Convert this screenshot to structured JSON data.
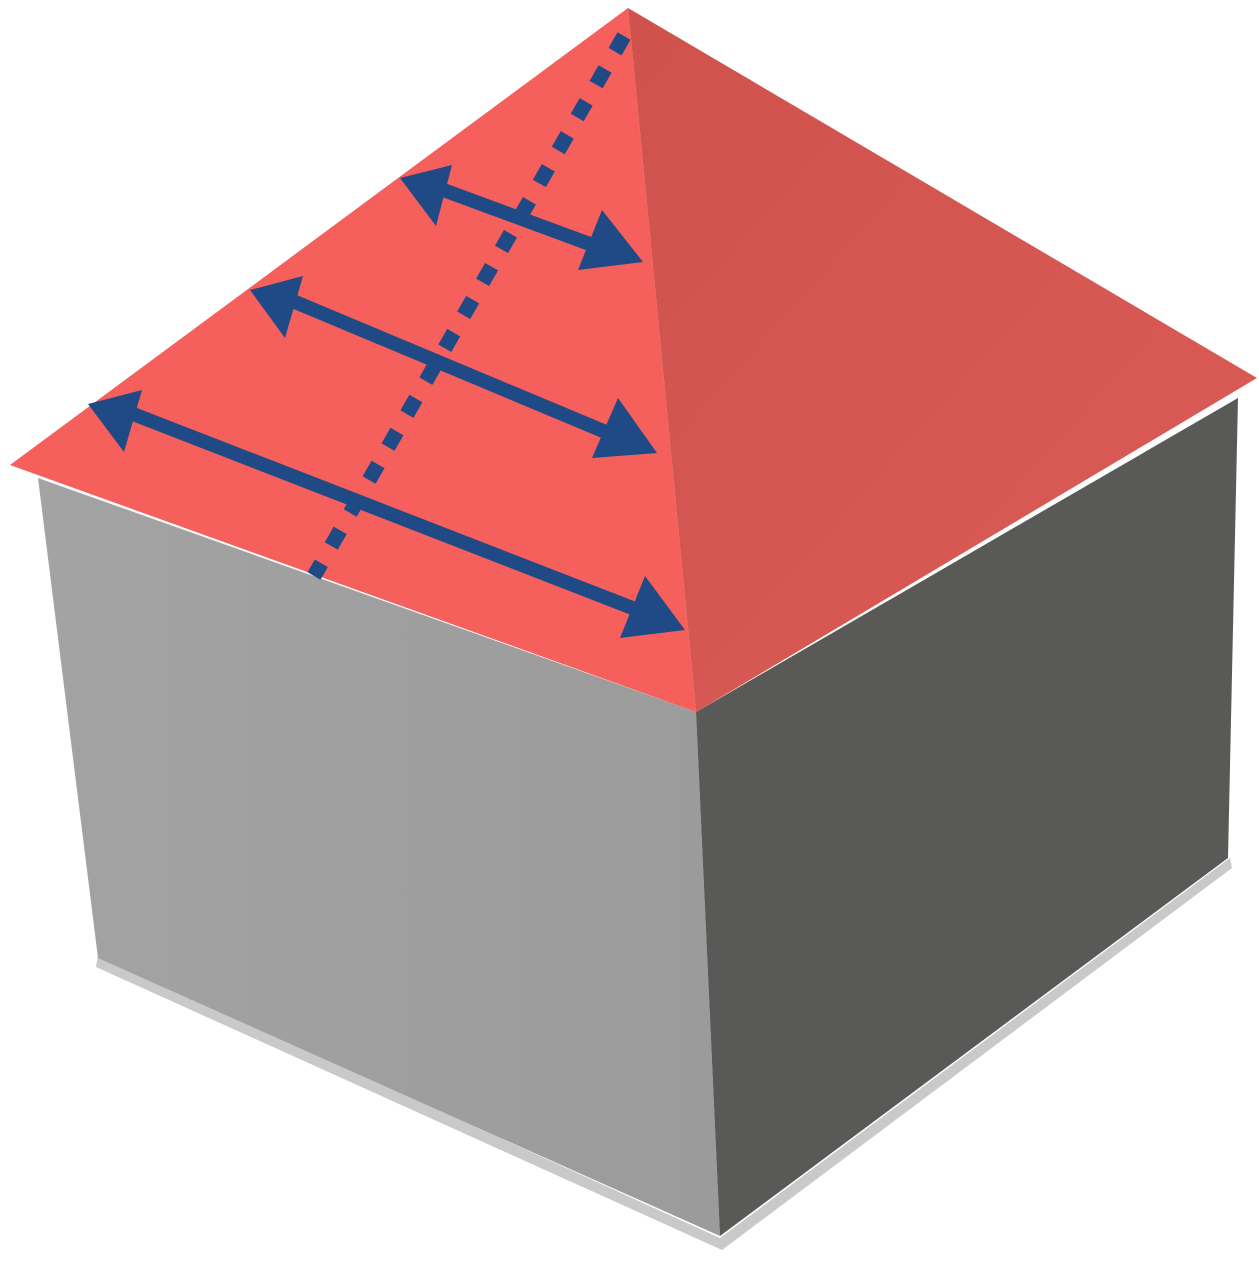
{
  "diagram": {
    "subject": "hip-roof-house",
    "colors": {
      "roof_left_face": "#f55f5c",
      "roof_right_face": "#d4554f",
      "wall_left_face": "#9e9e9e",
      "wall_right_face": "#595957",
      "base_shadow": "#c8c8c8",
      "arrows": "#1f4a85"
    },
    "arrows": {
      "count": 3,
      "style": "double-headed"
    },
    "center_line": {
      "style": "dotted"
    }
  }
}
